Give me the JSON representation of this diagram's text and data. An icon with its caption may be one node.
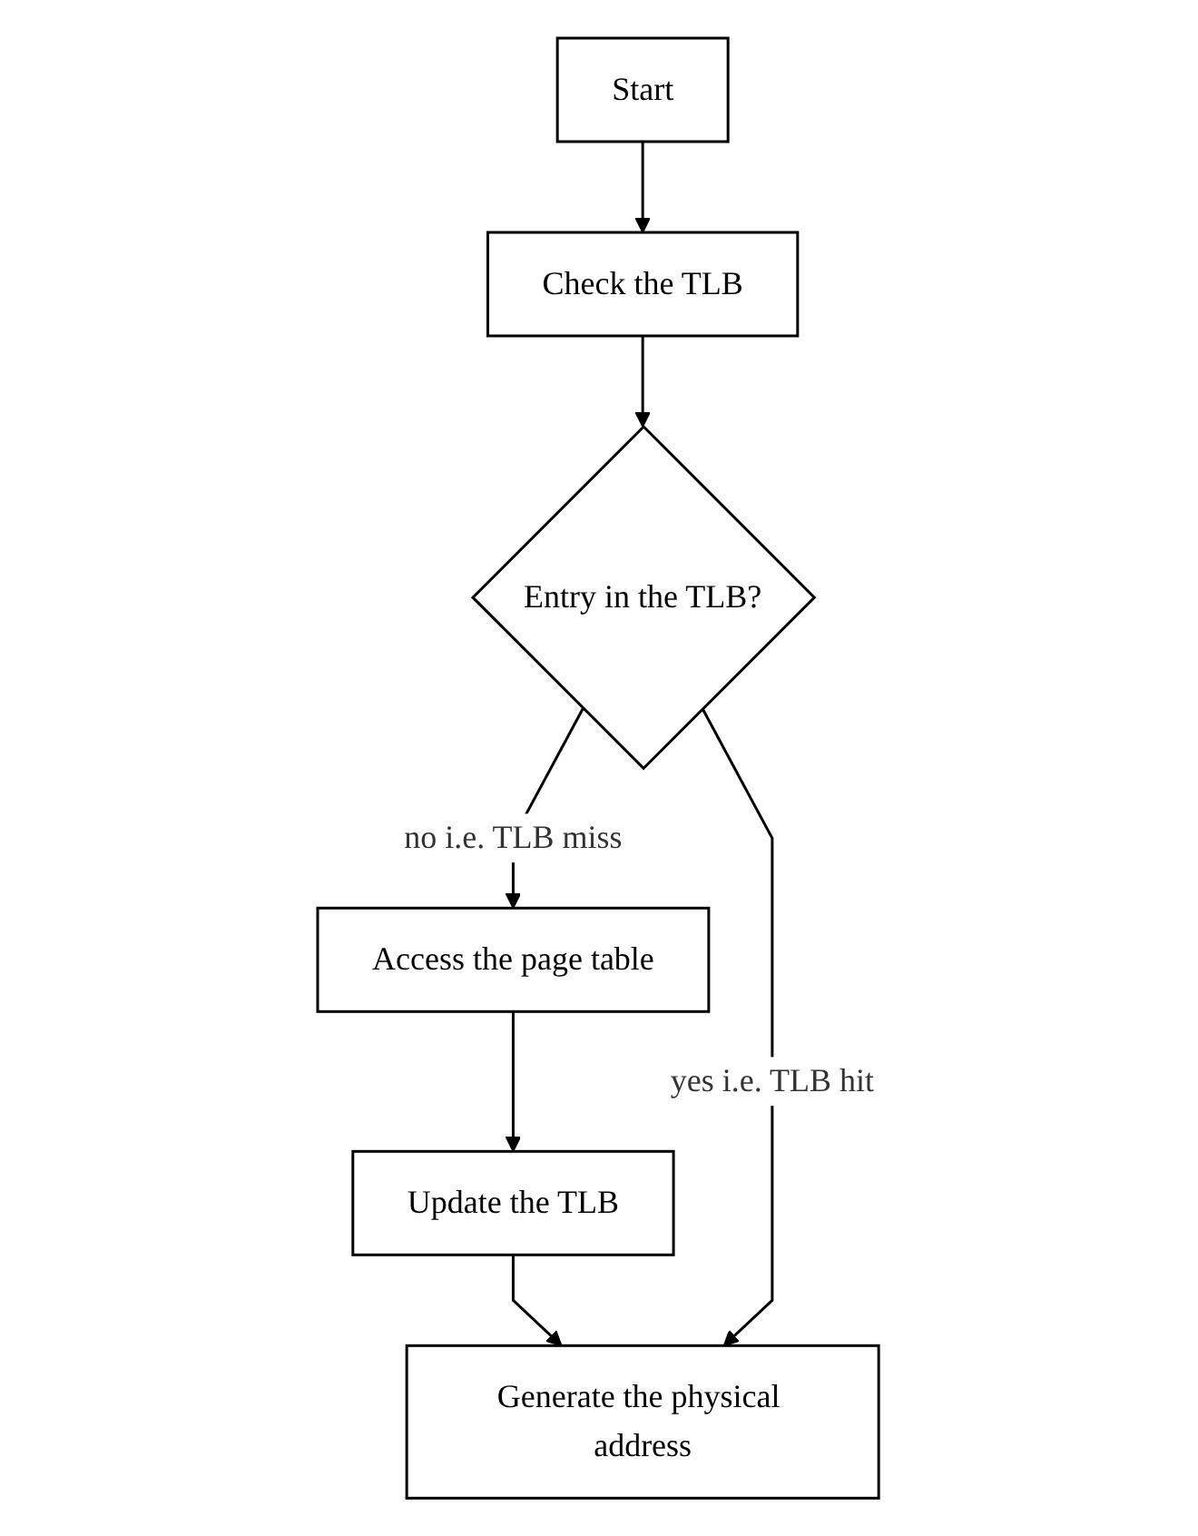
{
  "diagram": {
    "nodes": [
      {
        "text": [
          "Start"
        ]
      },
      {
        "text": [
          "Check the TLB"
        ]
      },
      {
        "text": [
          "Entry in the TLB?"
        ]
      },
      {
        "text": [
          "Access the page table"
        ]
      },
      {
        "text": [
          "Update the TLB"
        ]
      },
      {
        "text": [
          "Generate the physical address"
        ]
      }
    ],
    "edges": [
      {
        "from": 0,
        "to": 1,
        "arrow": "to"
      },
      {
        "from": 1,
        "to": 2,
        "arrow": "to"
      },
      {
        "from": 2,
        "to": 3,
        "label": "no i.e. TLB miss",
        "arrow": "to"
      },
      {
        "from": 3,
        "to": 4,
        "arrow": "to"
      },
      {
        "from": 4,
        "to": 5,
        "arrow": "to"
      },
      {
        "from": 2,
        "to": 5,
        "label": "yes i.e. TLB hit",
        "arrow": "to"
      }
    ]
  }
}
